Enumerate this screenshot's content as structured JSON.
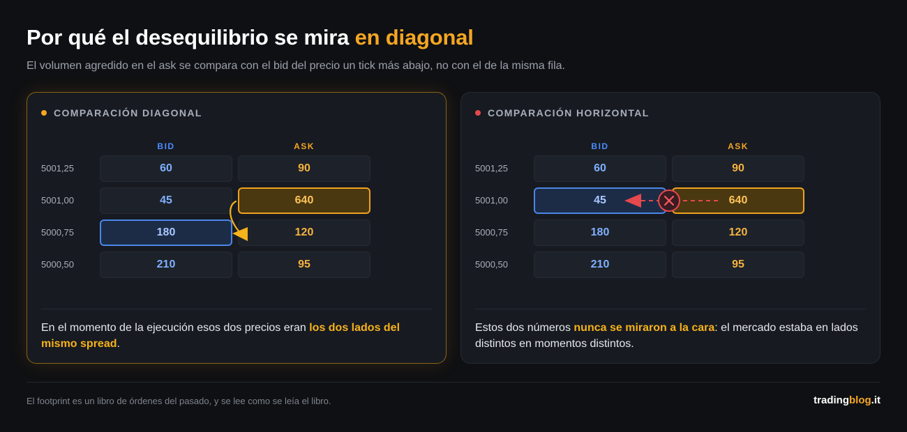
{
  "header": {
    "title_main": "Por qué el desequilibrio se mira ",
    "title_highlight": "en diagonal",
    "subtitle": "El volumen agredido en el ask se compara con el bid del precio un tick más abajo, no con el de la misma fila."
  },
  "columns": {
    "bid": "BID",
    "ask": "ASK"
  },
  "panels": {
    "diagonal": {
      "title": "COMPARACIÓN DIAGONAL",
      "rows": [
        {
          "price": "5001,25",
          "bid": "60",
          "ask": "90"
        },
        {
          "price": "5001,00",
          "bid": "45",
          "ask": "640"
        },
        {
          "price": "5000,75",
          "bid": "180",
          "ask": "120"
        },
        {
          "price": "5000,50",
          "bid": "210",
          "ask": "95"
        }
      ],
      "caption_before": "En el momento de la ejecución esos dos precios eran ",
      "caption_highlight": "los dos lados del mismo spread",
      "caption_after": "."
    },
    "horizontal": {
      "title": "COMPARACIÓN HORIZONTAL",
      "rows": [
        {
          "price": "5001,25",
          "bid": "60",
          "ask": "90"
        },
        {
          "price": "5001,00",
          "bid": "45",
          "ask": "640"
        },
        {
          "price": "5000,75",
          "bid": "180",
          "ask": "120"
        },
        {
          "price": "5000,50",
          "bid": "210",
          "ask": "95"
        }
      ],
      "caption_before": "Estos dos números ",
      "caption_highlight": "nunca se miraron a la cara",
      "caption_after": ": el mercado estaba en lados distintos en momentos distintos."
    }
  },
  "footer": {
    "note": "El footprint es un libro de órdenes del pasado, y se lee como se leía el libro.",
    "brand_part1": "trading",
    "brand_part2": "blog",
    "brand_part3": ".it"
  },
  "colors": {
    "accent": "#f5a623",
    "bid": "#4c8dff",
    "wrong": "#e5484d",
    "background": "#0f1013"
  },
  "icons": {
    "diagonal_arrow": "curved-arrow-icon",
    "horizontal_arrow": "dashed-arrow-icon",
    "cross": "x-circle-icon"
  }
}
